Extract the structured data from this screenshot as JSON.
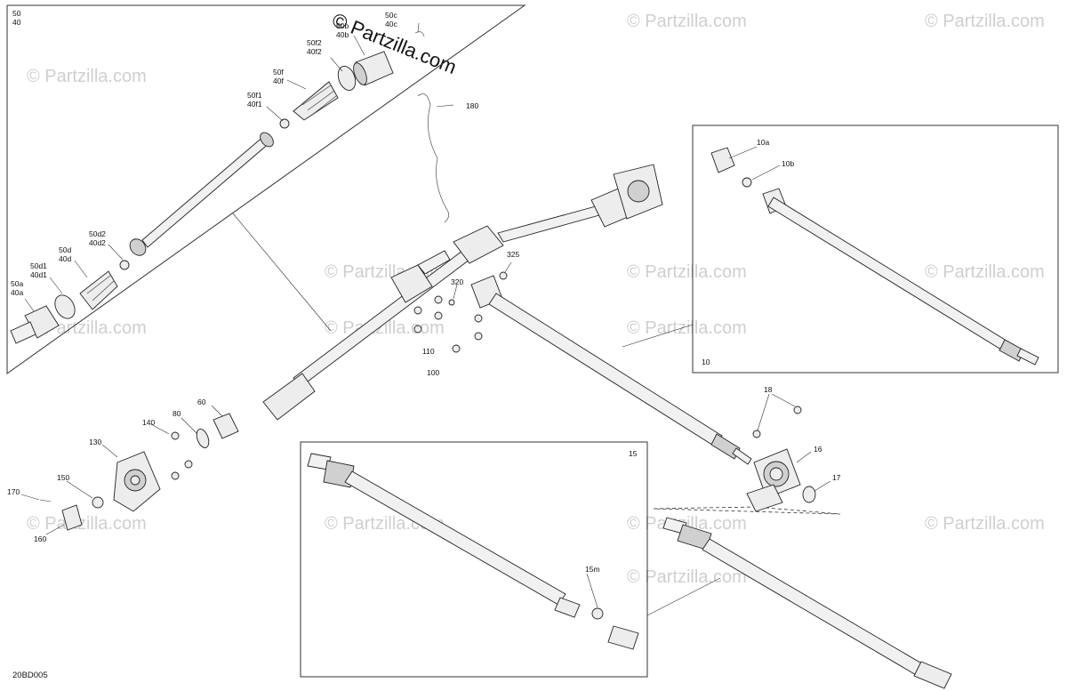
{
  "diagram": {
    "code": "20BD005",
    "watermark": "© Partzilla.com",
    "brand_watermark": "© Partzilla.com",
    "insets": [
      {
        "id": "15",
        "label": "15"
      },
      {
        "id": "10",
        "label": "10"
      }
    ],
    "callouts": [
      {
        "id": "c50-40",
        "text": "50\n40"
      },
      {
        "id": "c50c-40c",
        "text": "50c\n40c"
      },
      {
        "id": "c50b-40b",
        "text": "50b\n40b"
      },
      {
        "id": "c50f2-40f2",
        "text": "50f2\n40f2"
      },
      {
        "id": "c50f-40f",
        "text": "50f\n40f"
      },
      {
        "id": "c50f1-40f1",
        "text": "50f1\n40f1"
      },
      {
        "id": "c50d2-40d2",
        "text": "50d2\n40d2"
      },
      {
        "id": "c50d-40d",
        "text": "50d\n40d"
      },
      {
        "id": "c50d1-40d1",
        "text": "50d1\n40d1"
      },
      {
        "id": "c50a-40a",
        "text": "50a\n40a"
      },
      {
        "id": "c180",
        "text": "180"
      },
      {
        "id": "c325",
        "text": "325"
      },
      {
        "id": "c320",
        "text": "320"
      },
      {
        "id": "c110",
        "text": "110"
      },
      {
        "id": "c100",
        "text": "100"
      },
      {
        "id": "c60",
        "text": "60"
      },
      {
        "id": "c80",
        "text": "80"
      },
      {
        "id": "c140",
        "text": "140"
      },
      {
        "id": "c130",
        "text": "130"
      },
      {
        "id": "c150",
        "text": "150"
      },
      {
        "id": "c170",
        "text": "170"
      },
      {
        "id": "c160",
        "text": "160"
      },
      {
        "id": "c10a",
        "text": "10a"
      },
      {
        "id": "c10b",
        "text": "10b"
      },
      {
        "id": "c18",
        "text": "18"
      },
      {
        "id": "c16",
        "text": "16"
      },
      {
        "id": "c17",
        "text": "17"
      },
      {
        "id": "c15m",
        "text": "15m"
      }
    ]
  }
}
